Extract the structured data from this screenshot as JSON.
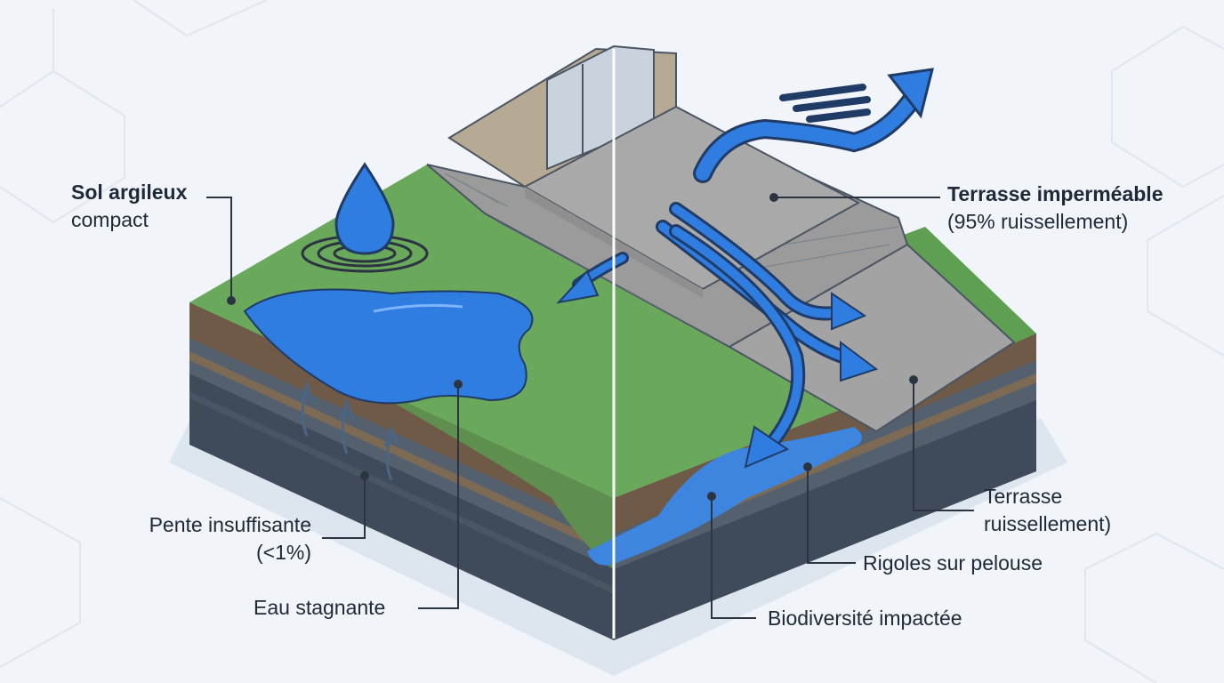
{
  "labels": {
    "sol": {
      "title": "Sol argileux",
      "sub": "compact"
    },
    "terrasse_top": {
      "title": "Terrasse imperméable",
      "sub": "(95% ruissellement)"
    },
    "pente": {
      "line1": "Pente insuffisante",
      "line2": "(<1%)"
    },
    "eau": {
      "text": "Eau stagnante"
    },
    "terrasse_low": {
      "line1": "Terrasse",
      "line2": "ruissellement)"
    },
    "rigoles": {
      "text": "Rigoles sur pelouse"
    },
    "biodiv": {
      "text": "Biodiversité impactée"
    }
  },
  "colors": {
    "background": "#f1f4f8",
    "grass": "#6aa95b",
    "grass_dark": "#4f8f45",
    "water": "#2f7de1",
    "water_light": "#5b9cf0",
    "soil_top": "#6e5a47",
    "soil_mid": "#55606e",
    "soil_deep": "#3f4a5a",
    "concrete": "#a9a9a9",
    "pavers": "#9b9b9b",
    "wall": "#b7aa94",
    "leader": "#2b3440"
  }
}
